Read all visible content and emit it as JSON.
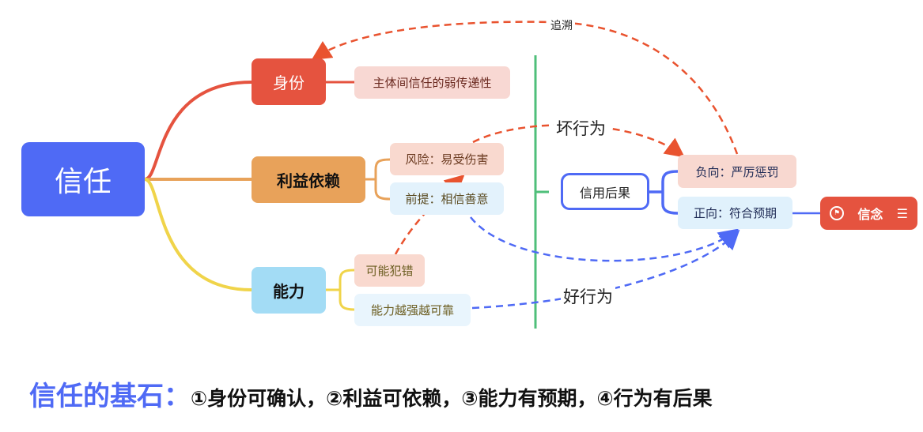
{
  "root": {
    "label": "信任"
  },
  "branches": [
    {
      "label": "身份",
      "children": [
        "主体间信任的弱传递性"
      ]
    },
    {
      "label": "利益依赖",
      "children": [
        "风险：易受伤害",
        "前提：相信善意"
      ]
    },
    {
      "label": "能力",
      "children": [
        "可能犯错",
        "能力越强越可靠"
      ]
    }
  ],
  "consequence": {
    "label": "信用后果",
    "children": [
      "负向：严厉惩罚",
      "正向：符合预期"
    ],
    "belief": {
      "label": "信念",
      "icon": "flag-icon",
      "menu_icon": "lines-icon"
    }
  },
  "relations": {
    "trace": "追溯",
    "bad": "坏行为",
    "good": "好行为"
  },
  "footer": {
    "title": "信任的基石：",
    "text": "①身份可确认，②利益可依赖，③能力有预期，④行为有后果"
  },
  "colors": {
    "blue": "#4f6af5",
    "red": "#e5533f",
    "orange": "#e8a25a",
    "yellow": "#f0d44a",
    "green": "#4fbf7a",
    "dash_red": "#e9532f"
  }
}
